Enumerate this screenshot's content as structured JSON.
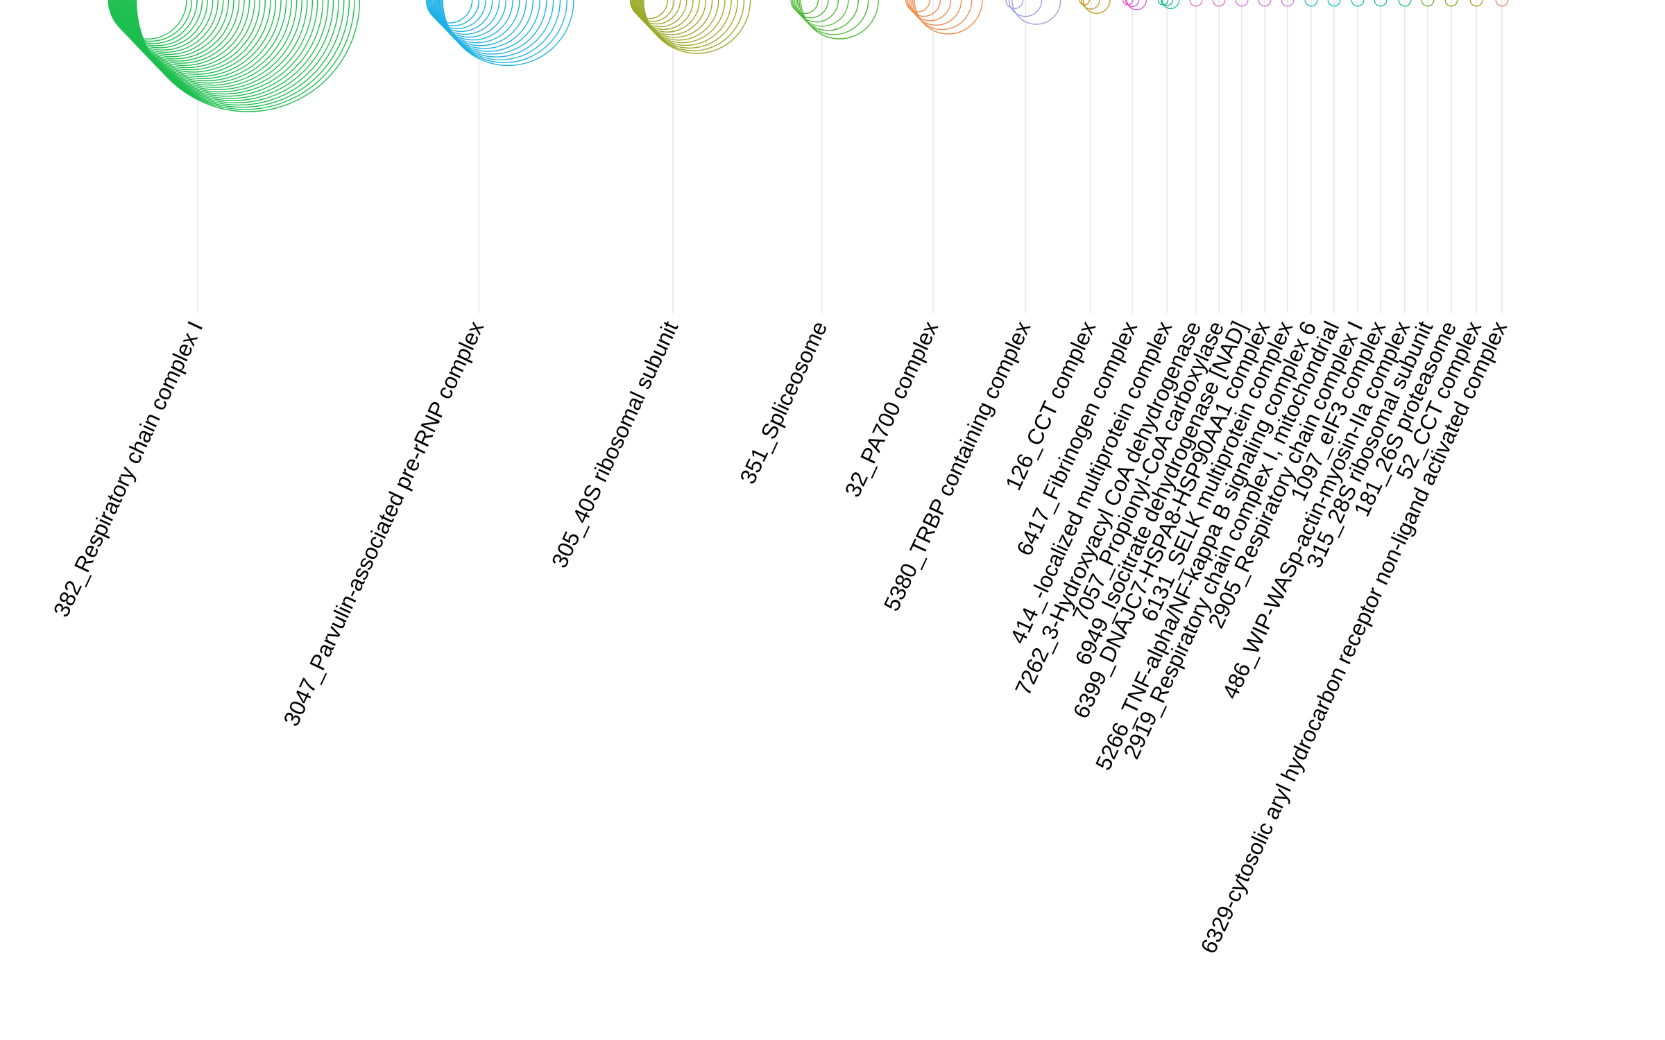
{
  "chart_data": {
    "type": "arc",
    "title": "",
    "xlabel": "",
    "ylabel": "",
    "grid": false,
    "legend": "none",
    "categories": [
      {
        "label": "382_Respiratory chain complex I",
        "color": "#1DBF4F",
        "arcs": 34,
        "span": 0.46
      },
      {
        "label": "3047_Parvulin-associated pre-rRNP complex",
        "color": "#1DB1E6",
        "arcs": 16,
        "span": 0.27
      },
      {
        "label": "305_40S ribosomal subunit",
        "color": "#9AAA28",
        "arcs": 14,
        "span": 0.22
      },
      {
        "label": "351_Spliceosome",
        "color": "#4CB832",
        "arcs": 7,
        "span": 0.16
      },
      {
        "label": "32_PA700 complex",
        "color": "#F08A4B",
        "arcs": 6,
        "span": 0.14
      },
      {
        "label": "5380_TRBP containing complex",
        "color": "#9A9BE8",
        "arcs": 3,
        "span": 0.1
      },
      {
        "label": "126_CCT complex",
        "color": "#C49A22",
        "arcs": 3,
        "span": 0.055
      },
      {
        "label": "6417_Fibrinogen complex",
        "color": "#E55BD0",
        "arcs": 3,
        "span": 0.04
      },
      {
        "label": "414_-localized multiprotein complex",
        "color": "#1DBF95",
        "arcs": 3,
        "span": 0.035
      },
      {
        "label": "7262_3-Hydroxyacyl CoA dehydrogenase",
        "color": "#F06EC0",
        "arcs": 1,
        "span": 0.025
      },
      {
        "label": "7057_Propionyl-CoA carboxylase",
        "color": "#F06EC0",
        "arcs": 1,
        "span": 0.025
      },
      {
        "label": "6949_Isocitrate dehydrogenase [NAD]",
        "color": "#E86FE0",
        "arcs": 1,
        "span": 0.025
      },
      {
        "label": "6399_DNAJC7-HSPA8-HSP90AA1 complex",
        "color": "#DA6FE8",
        "arcs": 1,
        "span": 0.025
      },
      {
        "label": "6131_SELK multiprotein complex",
        "color": "#C27FE8",
        "arcs": 1,
        "span": 0.025
      },
      {
        "label": "5266_TNF-alpha/NF-kappa B signaling complex 6",
        "color": "#20BCD0",
        "arcs": 1,
        "span": 0.025
      },
      {
        "label": "2919_Respiratory chain complex I, mitochondrial",
        "color": "#1DBFC8",
        "arcs": 1,
        "span": 0.025
      },
      {
        "label": "2905_Respiratory chain complex I",
        "color": "#1DBFB8",
        "arcs": 1,
        "span": 0.025
      },
      {
        "label": "1097_eIF3 complex",
        "color": "#22C0A6",
        "arcs": 1,
        "span": 0.025
      },
      {
        "label": "486_WIP-WASp-actin-myosin-IIa complex",
        "color": "#1DBF8A",
        "arcs": 1,
        "span": 0.025
      },
      {
        "label": "315_28S ribosomal subunit",
        "color": "#6FB832",
        "arcs": 1,
        "span": 0.025
      },
      {
        "label": "181_26S proteasome",
        "color": "#8AAD1E",
        "arcs": 1,
        "span": 0.025
      },
      {
        "label": "52_CCT complex",
        "color": "#B8A01E",
        "arcs": 1,
        "span": 0.025
      },
      {
        "label": "6329-cytosolic aryl hydrocarbon receptor non-ligand activated complex",
        "color": "#E9876A",
        "arcs": 1,
        "span": 0.025
      }
    ]
  }
}
